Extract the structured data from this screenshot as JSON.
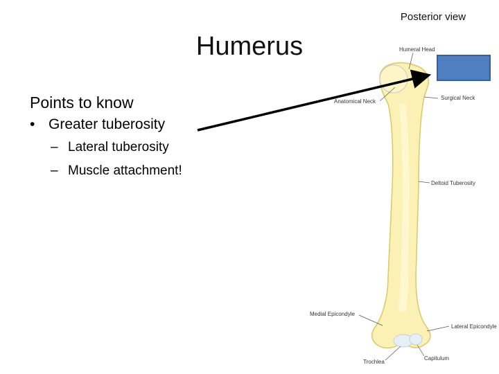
{
  "slide": {
    "title": "Humerus",
    "view_label": "Posterior view",
    "bullets": {
      "heading": "Points to know",
      "level1": [
        {
          "marker": "•",
          "text": "Greater tuberosity"
        }
      ],
      "level2": [
        {
          "marker": "–",
          "text": "Lateral tuberosity"
        },
        {
          "marker": "–",
          "text": "Muscle attachment!"
        }
      ]
    }
  },
  "diagram": {
    "labels": {
      "humeral_head": "Humeral Head",
      "anatomical_neck": "Anatomical Neck",
      "surgical_neck": "Surgical Neck",
      "deltoid_tuberosity": "Deltoid Tuberosity",
      "medial_epicondyle": "Medial Epicondyle",
      "lateral_epicondyle": "Lateral Epicondyle",
      "trochlea": "Trochlea",
      "capitulum": "Capitulum"
    },
    "colors": {
      "bone_fill": "#fbf1b4",
      "bone_highlight": "#fff7cf",
      "bone_edge": "#d9c86a",
      "box_fill": "#4f7fc0",
      "arrow": "#000000"
    }
  }
}
